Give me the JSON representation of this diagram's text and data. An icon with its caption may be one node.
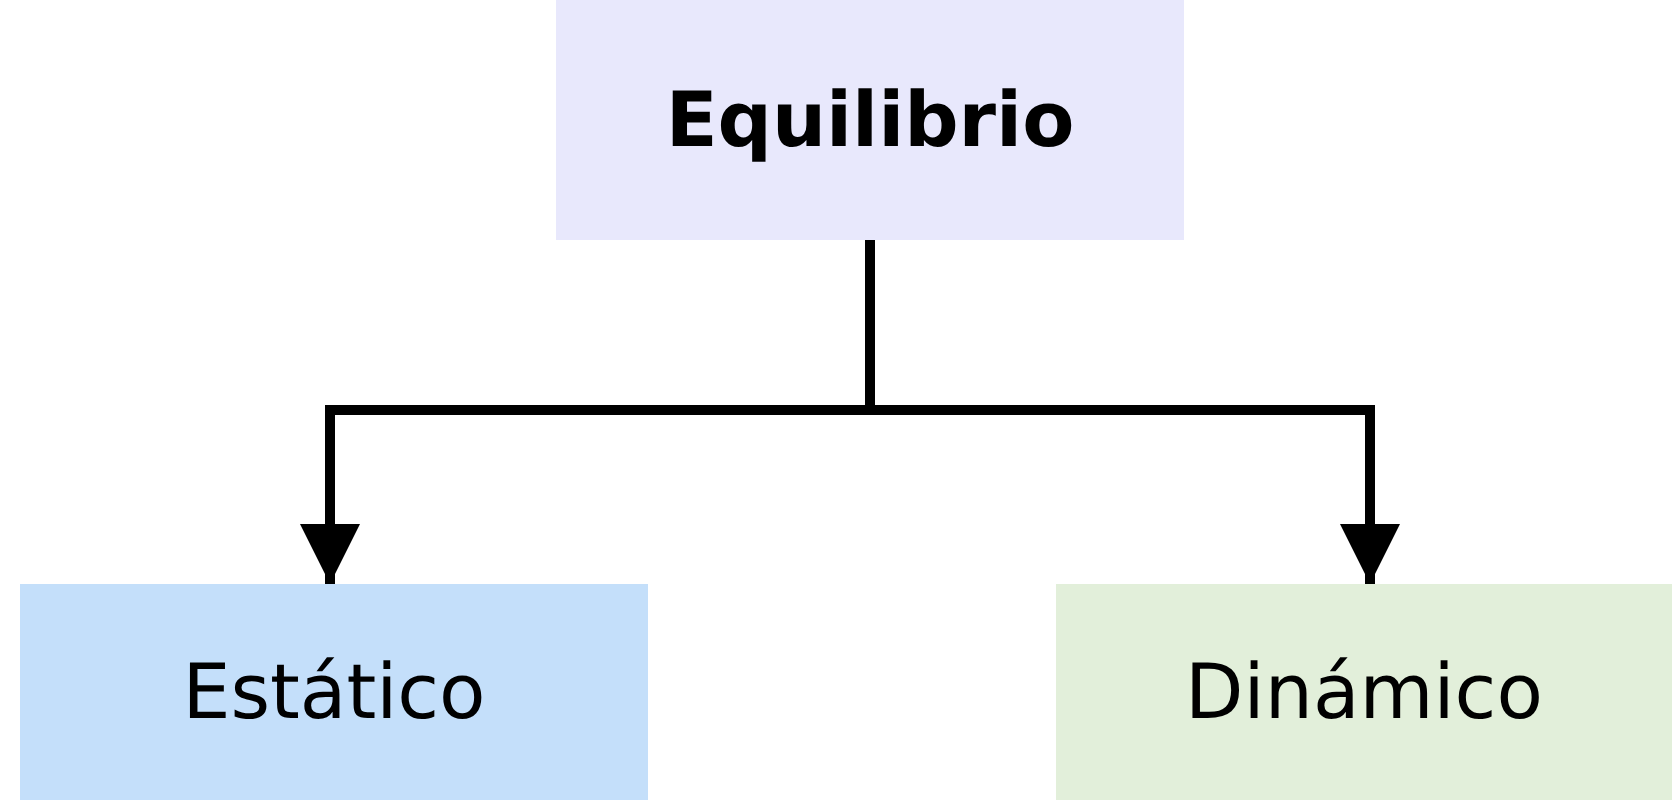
{
  "diagram": {
    "nodes": [
      {
        "text": [
          "Equilibrio"
        ]
      },
      {
        "text": [
          "Estático"
        ]
      },
      {
        "text": [
          "Dinámico"
        ]
      }
    ],
    "edges": [
      {
        "from": 0,
        "to": 1,
        "arrow": "to"
      },
      {
        "from": 0,
        "to": 2,
        "arrow": "to"
      }
    ]
  }
}
